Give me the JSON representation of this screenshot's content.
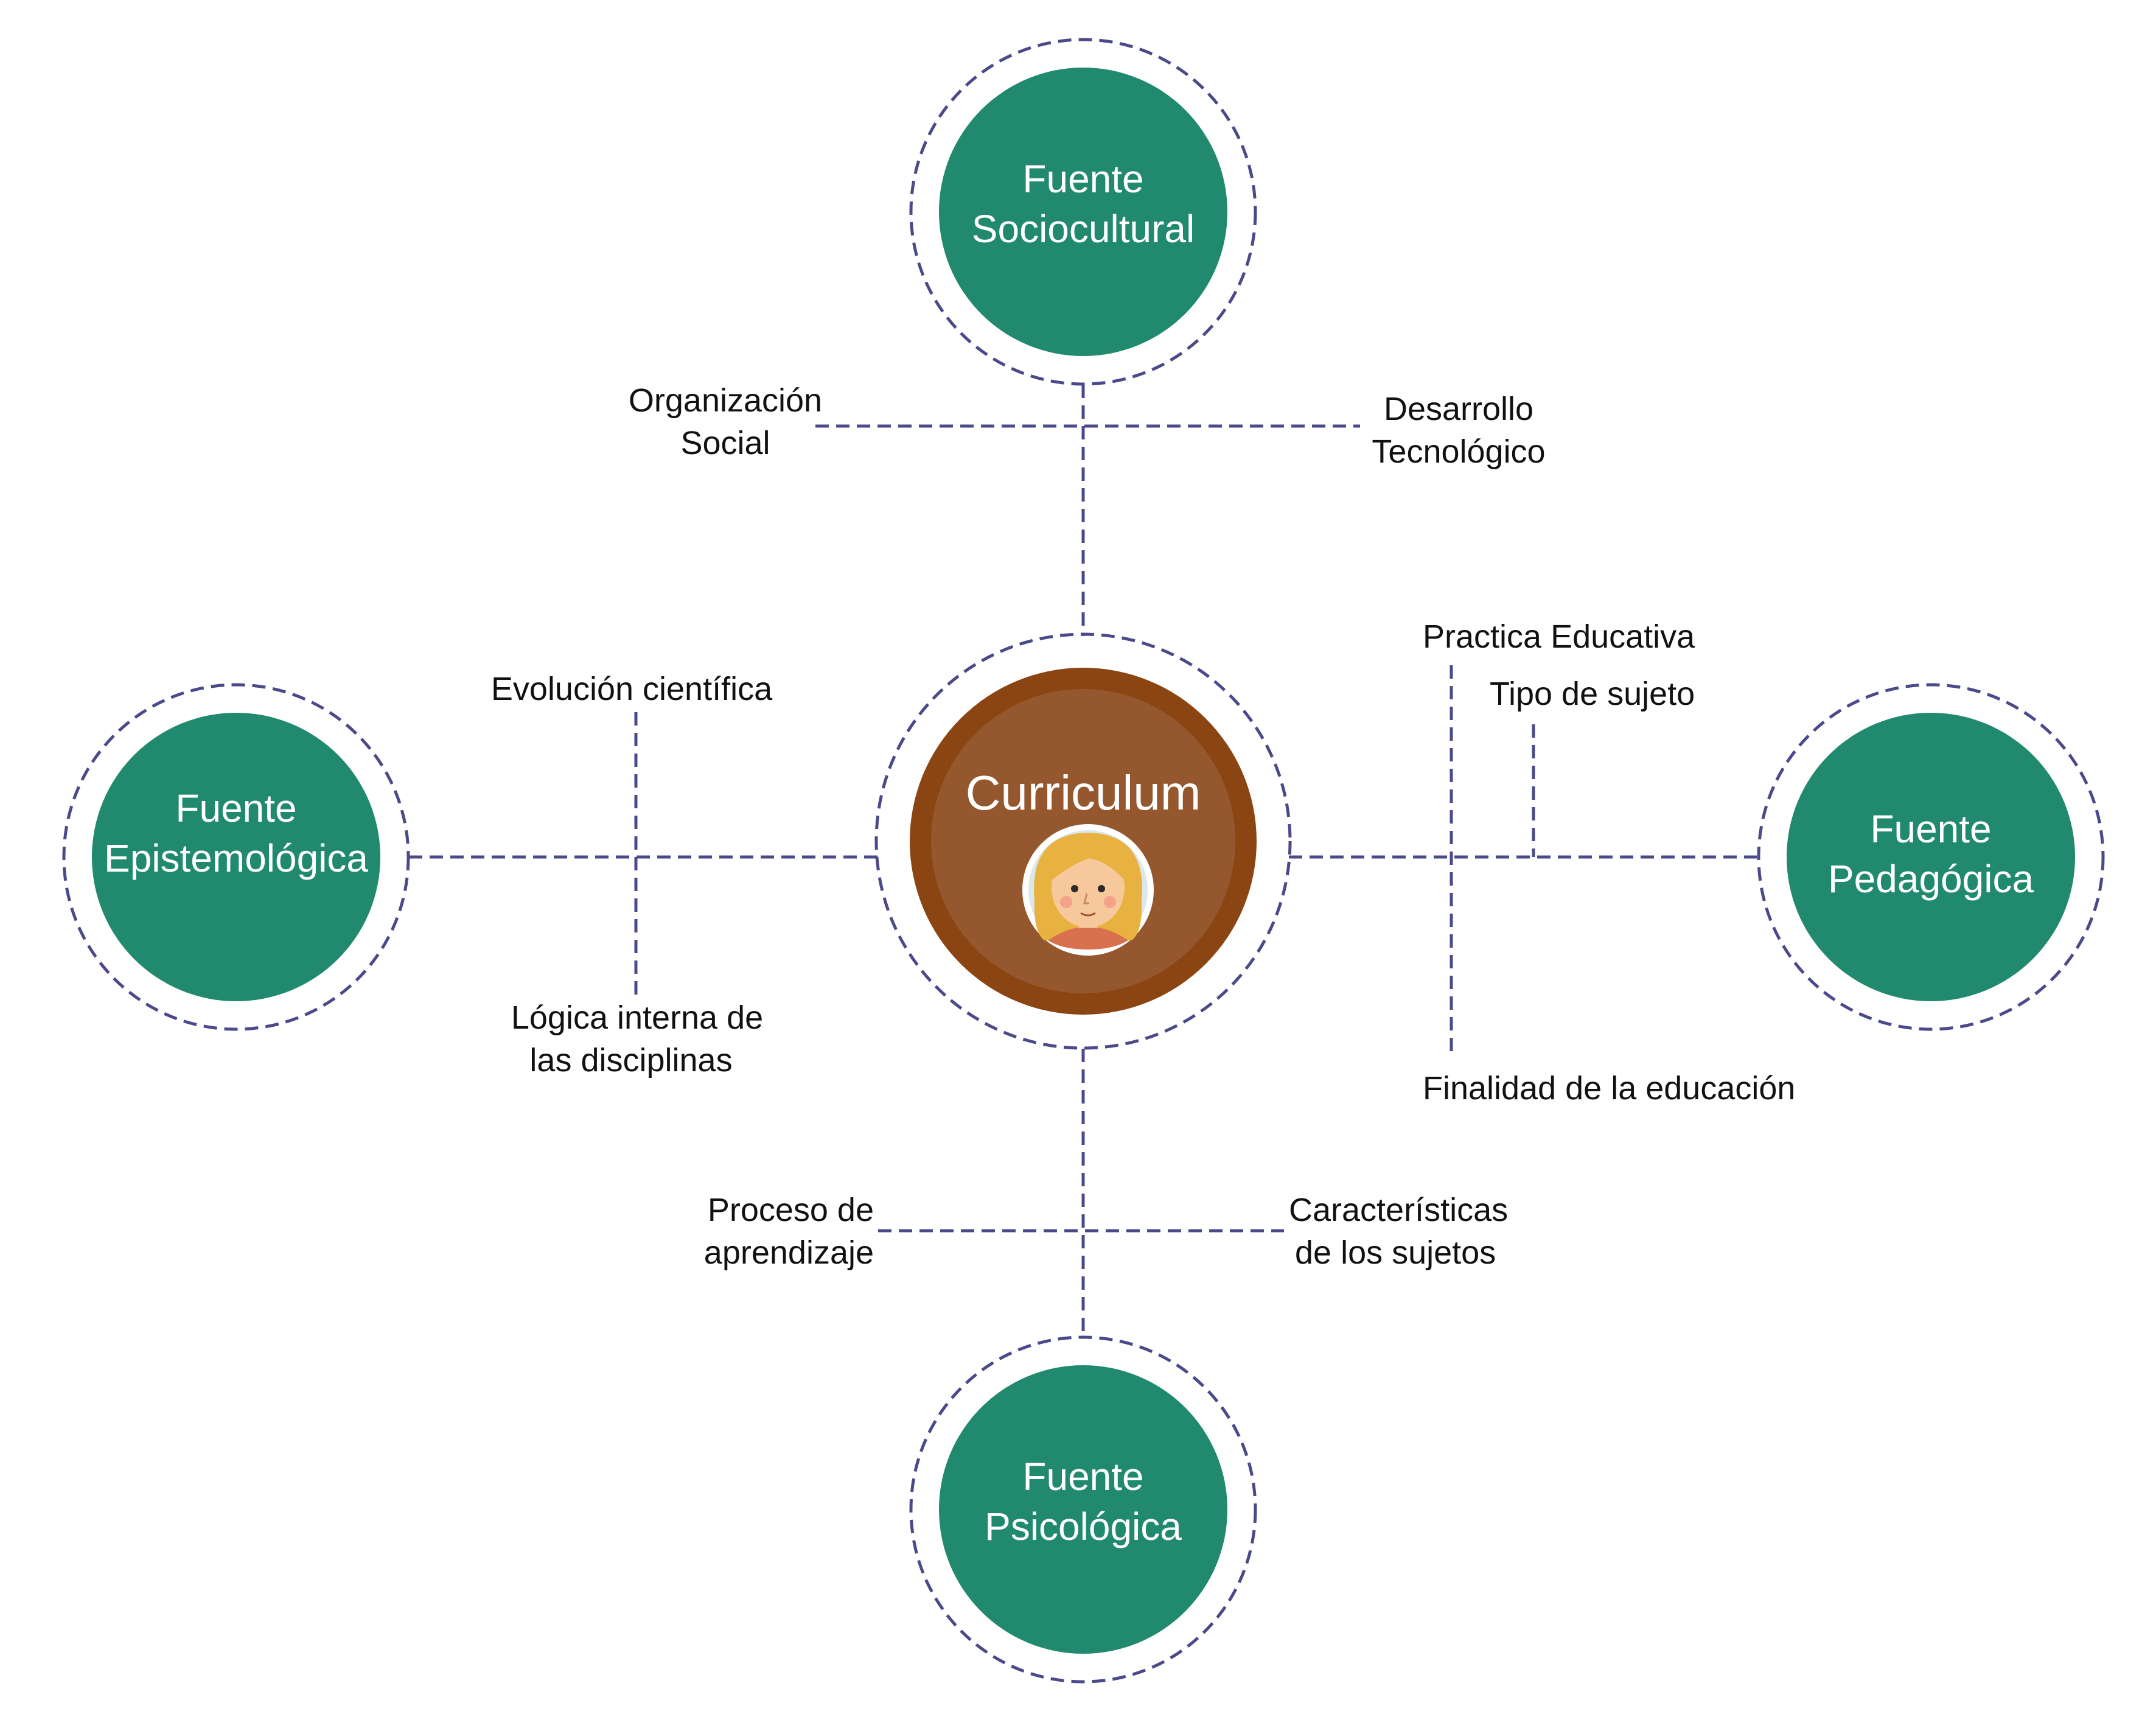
{
  "colors": {
    "node_fill": "#218a6e",
    "connector": "#4a4a8a",
    "center_outer": "#8b4513",
    "center_inner": "#95582e",
    "text_dark": "#111111",
    "text_light": "#ffffff"
  },
  "center": {
    "label": "Curriculum",
    "icon": "student-avatar-icon"
  },
  "nodes": {
    "sociocultural": {
      "line1": "Fuente",
      "line2": "Sociocultural"
    },
    "epistemologica": {
      "line1": "Fuente",
      "line2": "Epistemológica"
    },
    "pedagogica": {
      "line1": "Fuente",
      "line2": "Pedagógica"
    },
    "psicologica": {
      "line1": "Fuente",
      "line2": "Psicológica"
    }
  },
  "labels": {
    "organizacion_social": {
      "line1": "Organización",
      "line2": "Social"
    },
    "desarrollo_tecnologico": {
      "line1": "Desarrollo",
      "line2": "Tecnológico"
    },
    "evolucion_cientifica": {
      "line1": "Evolución  científica"
    },
    "logica_interna": {
      "line1": "Lógica interna de",
      "line2": "las disciplinas"
    },
    "practica_educativa": {
      "line1": "Practica  Educativa"
    },
    "tipo_de_sujeto": {
      "line1": "Tipo de sujeto"
    },
    "finalidad_educacion": {
      "line1": "Finalidad de la educación"
    },
    "proceso_aprendizaje": {
      "line1": "Proceso de",
      "line2": "aprendizaje"
    },
    "caracteristicas_sujetos": {
      "line1": "Características",
      "line2": "de  los sujetos"
    }
  }
}
